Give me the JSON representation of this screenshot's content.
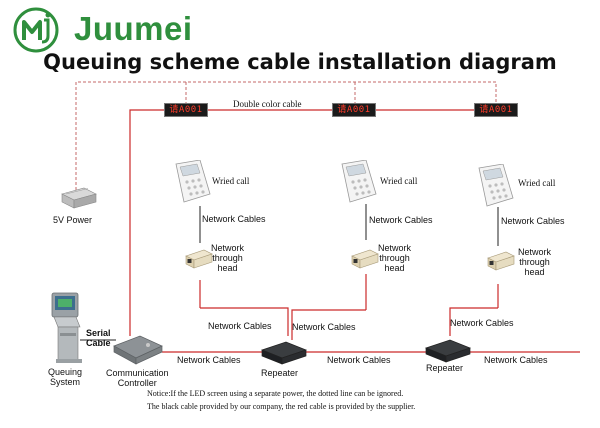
{
  "brand": {
    "name": "Juumei",
    "accent": "#2f8f3d"
  },
  "title": "Queuing scheme cable installation diagram",
  "colors": {
    "red_cable": "#cc2a2a",
    "dotted": "#c46a6a",
    "black_cable": "#222222"
  },
  "led_displays": [
    "请A001",
    "请A001",
    "请A001"
  ],
  "cable_labels": {
    "double_color": "Double color cable",
    "serial": "Serial\nCable",
    "network": "Network Cables"
  },
  "devices": {
    "power": "5V Power",
    "wired_call": "Wried call",
    "network_head": "Network\nthrough\nhead",
    "queuing_system": "Queuing\nSystem",
    "controller": "Communication\nController",
    "repeater": "Repeater"
  },
  "notes": [
    "Notice:If the LED screen using a separate power, the dotted line can be ignored.",
    "The black cable provided by our company, the red cable is provided by the supplier."
  ]
}
